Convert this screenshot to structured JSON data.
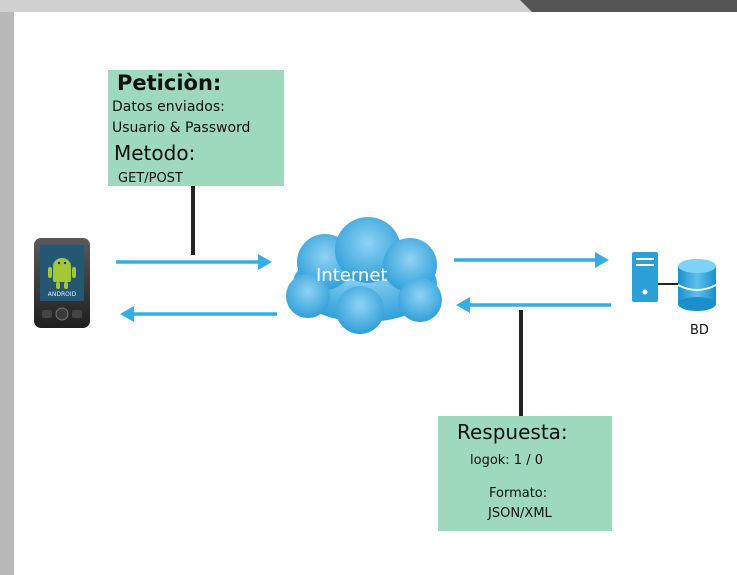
{
  "request_box": {
    "title": "Peticiòn:",
    "line1": "Datos enviados:",
    "line2": "Usuario & Password",
    "method_label": "Metodo:",
    "method_value": "GET/POST"
  },
  "response_box": {
    "title": "Respuesta:",
    "logok": "logok: 1 / 0",
    "format_label": "Formato:",
    "format_value": "JSON/XML"
  },
  "cloud_label": "Internet",
  "database_label": "BD",
  "phone_brand": "ANDROID",
  "colors": {
    "arrow": "#35aee2",
    "box": "#9fd9bd",
    "cloud": "#49b4e6",
    "server": "#2b9fd8"
  }
}
